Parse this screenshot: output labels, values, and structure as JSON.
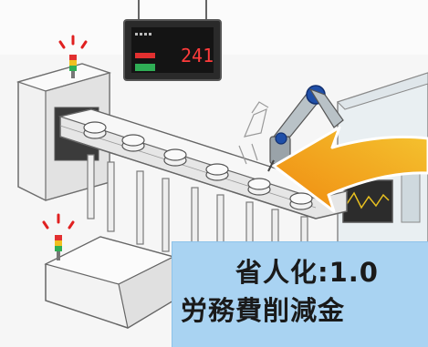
{
  "display": {
    "value": "241"
  },
  "caption": {
    "line1": "省人化:1.0",
    "line2": "労務費削減金"
  },
  "colors": {
    "caption_bg": "#a9d3f2",
    "arrow_start": "#f4c430",
    "arrow_end": "#f08a10",
    "display_bg": "#222222",
    "display_text": "#ff3b3b",
    "signal_red": "#e23030",
    "signal_green": "#2fae55",
    "warning_red": "#e02020"
  },
  "icons": {
    "warning_marks": "warning-icon",
    "signal_tower": "signal-tower-icon"
  }
}
